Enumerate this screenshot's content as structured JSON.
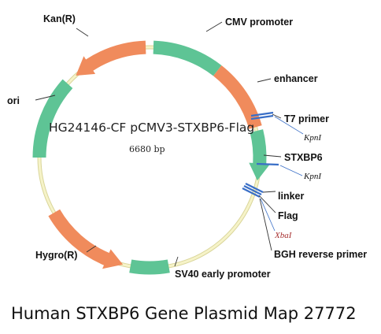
{
  "plasmid": {
    "name": "HG24146-CF pCMV3-STXBP6-Flag",
    "size": "6680 bp"
  },
  "features": {
    "kan": "Kan(R)",
    "cmv": "CMV promoter",
    "enhancer": "enhancer",
    "ori": "ori",
    "t7": "T7 primer",
    "stxbp6": "STXBP6",
    "linker": "linker",
    "flag": "Flag",
    "bgh": "BGH reverse primer",
    "hygro": "Hygro(R)",
    "sv40": "SV40 early promoter"
  },
  "sites": {
    "kpn1_a": "KpnI",
    "kpn1_b": "KpnI",
    "xba1": "XbaI"
  },
  "caption": "Human STXBP6 Gene Plasmid Map 27772",
  "colors": {
    "backbone": "#f3f0b9",
    "promoter": "#5ec495",
    "resistance": "#f08b5c",
    "site_line": "#3a6fc7",
    "xba_text": "#a83232"
  }
}
